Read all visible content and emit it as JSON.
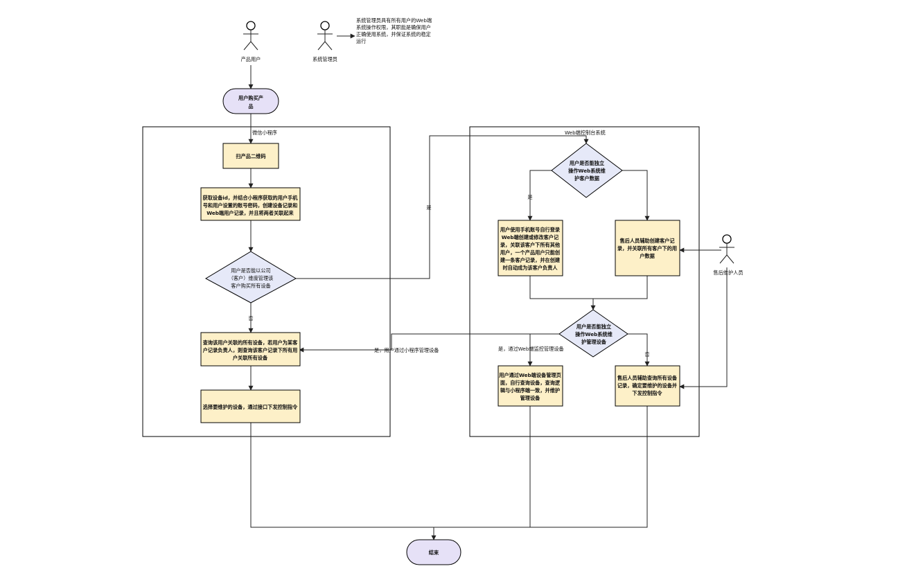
{
  "actors": {
    "product_user": "产品用户",
    "sys_admin": "系统管理员",
    "aftersales": "售后维护人员"
  },
  "admin_note": [
    "系统管理员具有所有用户的Web端",
    "系统操作权限，其职能是确保用户",
    "正确使用系统，并保证系统的稳定",
    "运行"
  ],
  "swimlanes": {
    "miniprogram": "微信小程序",
    "web_console": "Web端控制台系统"
  },
  "nodes": {
    "start": [
      "用户购买产",
      "品"
    ],
    "scan_qr": "扫产品二维码",
    "get_device": [
      "获取设备id，并结合小程序获取的用户手机",
      "号和用户设置的账号密码，创建设备记录和",
      "Web端用户记录，并且将两者关联起来"
    ],
    "decision_mini": [
      "用户是否能以公司",
      "（客户）维度管理该",
      "客户购买所有设备"
    ],
    "query_devices": [
      "查询该用户关联的所有设备，若用户为某客",
      "户记录负责人，则查询该客户记录下所有用",
      "户关联所有设备"
    ],
    "select_device": "选择要维护的设备，通过接口下发控制指令",
    "decision_web_customer": [
      "用户是否能独立",
      "操作Web系统维",
      "护客户数据"
    ],
    "user_self_register": [
      "用户使用手机账号自行登录",
      "Web端创建或修改客户记",
      "录，关联该客户下所有其他",
      "用户，一个产品用户只能创",
      "建一条客户记录，并在创建",
      "时自动成为该客户负责人"
    ],
    "aftersales_create": [
      "售后人员辅助创建客户记",
      "录，并关联所有客户下的用",
      "户数据"
    ],
    "decision_web_device": [
      "用户是否能独立",
      "操作Web系统维",
      "护管理设备"
    ],
    "user_web_manage": [
      "用户通过Web端设备管理页",
      "面，自行查询设备，查询逻",
      "辑与小程序端一致，并维护",
      "管理设备"
    ],
    "aftersales_query": [
      "售后人员辅助查询所有设备",
      "记录，确定要维护的设备并",
      "下发控制指令"
    ],
    "end": "结束"
  },
  "edge_labels": {
    "yes_to_web": "是",
    "no": "否",
    "yes_left": "是",
    "yes_mini_manage": "是，用户通过小程序管理设备",
    "yes_web_manage": "是，通过Web端监控管理设备",
    "no_right": "否"
  }
}
